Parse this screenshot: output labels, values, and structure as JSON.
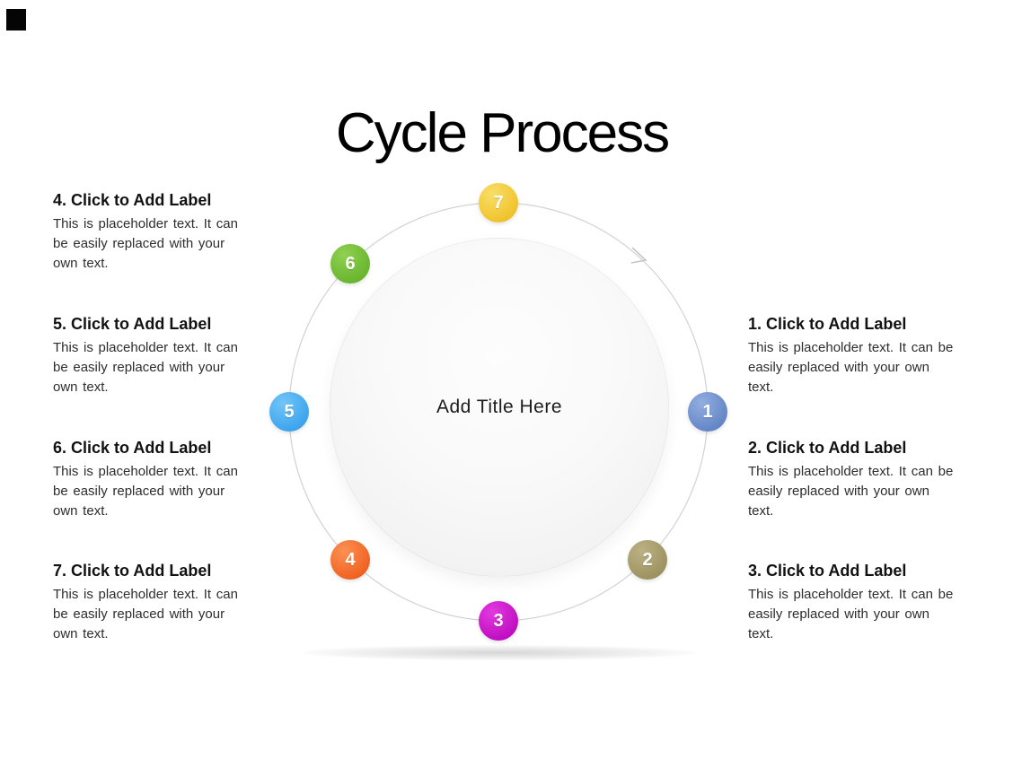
{
  "slide": {
    "title": "Cycle Process",
    "corner_mark_color": "#050505"
  },
  "diagram": {
    "center_label": "Add Title Here",
    "ring_color": "#d2d2d2",
    "arrow_color": "#c6c6c6",
    "steps": [
      {
        "number": "1",
        "position": "e",
        "color_light": "#93aee0",
        "color_dark": "#5e82c4"
      },
      {
        "number": "2",
        "position": "se",
        "color_light": "#bcb183",
        "color_dark": "#99905e"
      },
      {
        "number": "3",
        "position": "s",
        "color_light": "#e23adf",
        "color_dark": "#bc0abf"
      },
      {
        "number": "4",
        "position": "sw",
        "color_light": "#fb9154",
        "color_dark": "#ef5d1c"
      },
      {
        "number": "5",
        "position": "w",
        "color_light": "#72c5f8",
        "color_dark": "#38a1ec"
      },
      {
        "number": "6",
        "position": "nw",
        "color_light": "#90d052",
        "color_dark": "#65b32b"
      },
      {
        "number": "7",
        "position": "n",
        "color_light": "#f9de67",
        "color_dark": "#efc026"
      }
    ]
  },
  "labels": {
    "left": [
      {
        "heading": "4. Click to Add Label",
        "body_lines": [
          "This is placeholder text. It can",
          "be easily replaced with your",
          "own text."
        ]
      },
      {
        "heading": "5. Click to Add Label",
        "body_lines": [
          "This is placeholder text. It can",
          "be easily replaced with your",
          "own text."
        ]
      },
      {
        "heading": "6. Click to Add Label",
        "body_lines": [
          "This is placeholder text. It can",
          "be easily replaced with your",
          "own text."
        ]
      },
      {
        "heading": "7. Click to Add Label",
        "body_lines": [
          "This is placeholder text. It can",
          "be easily replaced with your",
          "own text."
        ]
      }
    ],
    "right": [
      {
        "heading": "1. Click to Add Label",
        "body_lines": [
          "This is placeholder text. It can be",
          "easily replaced with your own",
          "text."
        ]
      },
      {
        "heading": "2. Click to Add Label",
        "body_lines": [
          "This is placeholder text. It can be",
          "easily replaced with your own",
          "text."
        ]
      },
      {
        "heading": "3. Click to Add Label",
        "body_lines": [
          "This is placeholder text. It can be",
          "easily replaced with your own",
          "text."
        ]
      }
    ]
  }
}
